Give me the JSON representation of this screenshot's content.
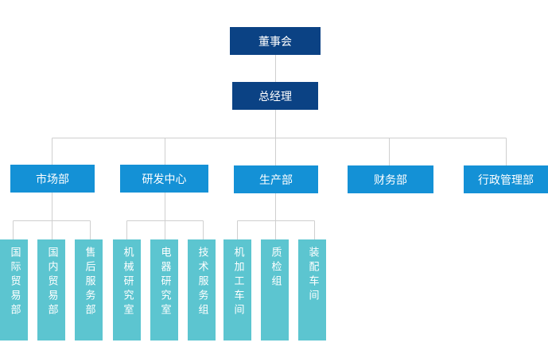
{
  "colors": {
    "top_level": "#0b4284",
    "department": "#1491d6",
    "sub_unit": "#5cc5d0",
    "connector": "#cfcfcf"
  },
  "board": {
    "label": "董事会"
  },
  "general_manager": {
    "label": "总经理"
  },
  "departments": [
    {
      "label": "市场部"
    },
    {
      "label": "研发中心"
    },
    {
      "label": "生产部"
    },
    {
      "label": "财务部"
    },
    {
      "label": "行政管理部"
    }
  ],
  "units": [
    {
      "label": "国际贸易部"
    },
    {
      "label": "国内贸易部"
    },
    {
      "label": "售后服务部"
    },
    {
      "label": "机械研究室"
    },
    {
      "label": "电器研究室"
    },
    {
      "label": "技术服务组"
    },
    {
      "label": "机加工车间"
    },
    {
      "label": "质检组"
    },
    {
      "label": "装配车间"
    }
  ]
}
